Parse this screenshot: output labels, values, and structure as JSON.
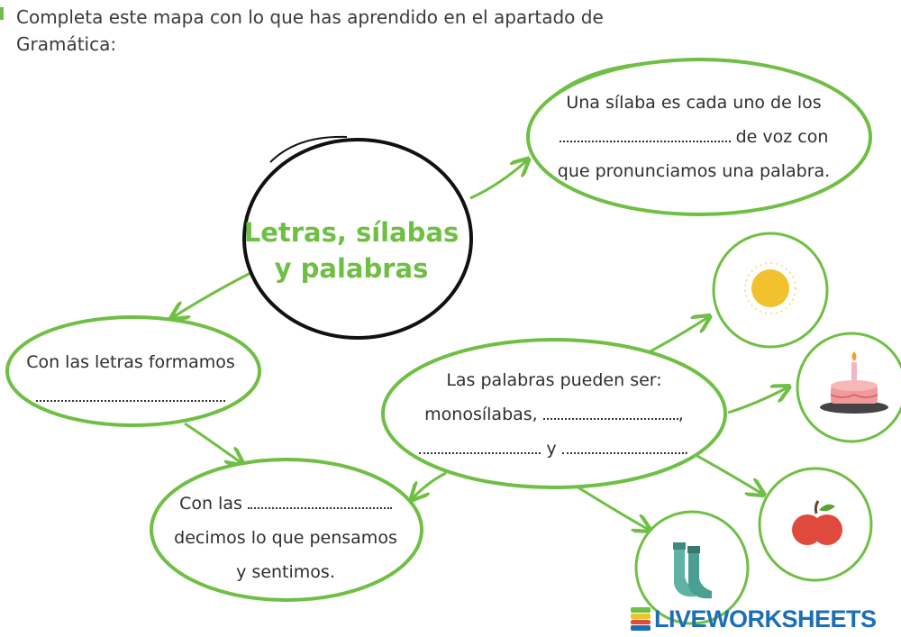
{
  "instructions": "Completa este mapa con lo que has aprendido en el apartado de Gramática:",
  "center": {
    "line1": "Letras, sílabas",
    "line2": "y palabras"
  },
  "syllable_node": {
    "line1": "Una sílaba es cada uno de los",
    "line2_after_blank": "de voz con",
    "line3": "que pronunciamos una palabra."
  },
  "letters_node": {
    "line1": "Con las letras formamos"
  },
  "words_node": {
    "line1_before_blank": "Con las",
    "line2": "decimos lo que pensamos",
    "line3": "y sentimos."
  },
  "types_node": {
    "line1": "Las palabras pueden ser:",
    "line2_before_blank": "monosílabas,",
    "line2_after_blank": ",",
    "line3_connector": "y",
    "line3_end": "."
  },
  "pictures": [
    "sun-icon",
    "cake-icon",
    "apple-icon",
    "socks-icon"
  ],
  "brand": {
    "label": "LIVEWORKSHEETS"
  },
  "colors": {
    "accent": "#6fbf44",
    "border": "#111111",
    "brand": "#1c6fb4"
  }
}
